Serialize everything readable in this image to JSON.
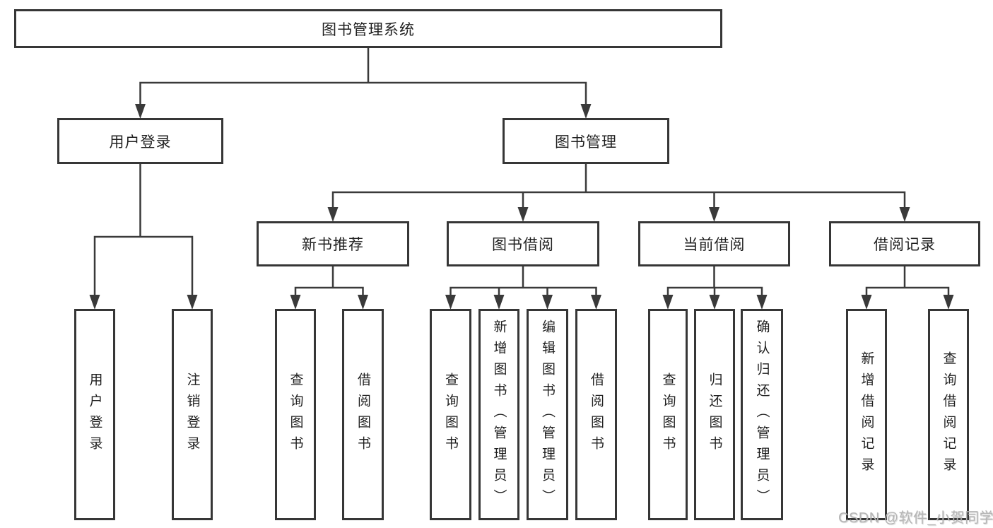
{
  "diagram": {
    "colors": {
      "edge": "#3a3a3a",
      "border": "#363636",
      "text": "#1f1f1f",
      "background": "#ffffff"
    },
    "nodes": [
      {
        "id": "root",
        "label": "图书管理系统"
      },
      {
        "id": "user-login",
        "label": "用户登录"
      },
      {
        "id": "book-mgmt",
        "label": "图书管理"
      },
      {
        "id": "new-book",
        "label": "新书推荐"
      },
      {
        "id": "book-borrow",
        "label": "图书借阅"
      },
      {
        "id": "current-borrow",
        "label": "当前借阅"
      },
      {
        "id": "borrow-record",
        "label": "借阅记录"
      },
      {
        "id": "leaf-user-login",
        "label": "用户登录"
      },
      {
        "id": "leaf-logout",
        "label": "注销登录"
      },
      {
        "id": "leaf-nb-query",
        "label": "查询图书"
      },
      {
        "id": "leaf-nb-borrow",
        "label": "借阅图书"
      },
      {
        "id": "leaf-bb-query",
        "label": "查询图书"
      },
      {
        "id": "leaf-bb-add",
        "label": "新增图书（管理员）"
      },
      {
        "id": "leaf-bb-edit",
        "label": "编辑图书（管理员）"
      },
      {
        "id": "leaf-bb-borrow",
        "label": "借阅图书"
      },
      {
        "id": "leaf-cb-query",
        "label": "查询图书"
      },
      {
        "id": "leaf-cb-return",
        "label": "归还图书"
      },
      {
        "id": "leaf-cb-confirm",
        "label": "确认归还（管理员）"
      },
      {
        "id": "leaf-br-add",
        "label": "新增借阅记录"
      },
      {
        "id": "leaf-br-query",
        "label": "查询借阅记录"
      }
    ],
    "edges": [
      {
        "from": "root",
        "to": [
          "user-login",
          "book-mgmt"
        ]
      },
      {
        "from": "user-login",
        "to": [
          "leaf-user-login",
          "leaf-logout"
        ]
      },
      {
        "from": "book-mgmt",
        "to": [
          "new-book",
          "book-borrow",
          "current-borrow",
          "borrow-record"
        ]
      },
      {
        "from": "new-book",
        "to": [
          "leaf-nb-query",
          "leaf-nb-borrow"
        ]
      },
      {
        "from": "book-borrow",
        "to": [
          "leaf-bb-query",
          "leaf-bb-add",
          "leaf-bb-edit",
          "leaf-bb-borrow"
        ]
      },
      {
        "from": "current-borrow",
        "to": [
          "leaf-cb-query",
          "leaf-cb-return",
          "leaf-cb-confirm"
        ]
      },
      {
        "from": "borrow-record",
        "to": [
          "leaf-br-add",
          "leaf-br-query"
        ]
      }
    ]
  },
  "watermark": {
    "text": "CSDN @软件_小贺同学",
    "color": "#b5b5b5"
  }
}
